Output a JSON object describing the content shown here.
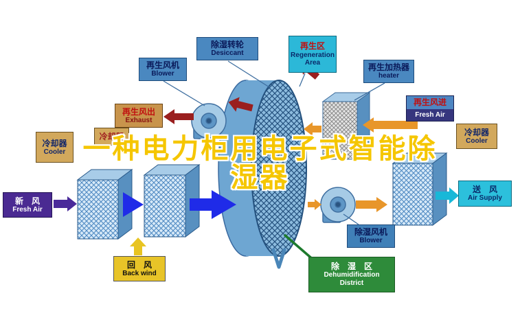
{
  "title": {
    "line1": "一种电力柜用电子式智能除",
    "line2": "湿器"
  },
  "labels": {
    "fresh_air": {
      "zh": "新　风",
      "en": "Fresh Air"
    },
    "cooler_left": {
      "zh": "冷却器",
      "en": "Cooler"
    },
    "cooler_mid": {
      "zh": "冷却器"
    },
    "exhaust": {
      "zh": "再生风出",
      "en": "Exhaust"
    },
    "regen_blower": {
      "zh": "再生风机",
      "en": "Blower"
    },
    "desiccant": {
      "zh": "除湿转轮",
      "en": "Desiccant"
    },
    "regen_area": {
      "zh": "再生区",
      "en": "Regeneration Area"
    },
    "regen_heater": {
      "zh": "再生加热器",
      "en": "heater"
    },
    "regen_air_in": {
      "zh": "再生风进",
      "en": "Fresh Air"
    },
    "cooler_right": {
      "zh": "冷却器",
      "en": "Cooler"
    },
    "air_supply": {
      "zh": "送　风",
      "en": "Air Supply"
    },
    "dehum_blower": {
      "zh": "除湿风机",
      "en": "Blower"
    },
    "dehum_area": {
      "zh": "除　湿　区",
      "en_line1": "Dehumidification",
      "en_line2": "District"
    },
    "back_wind": {
      "zh": "回　风",
      "en": "Back wind"
    }
  },
  "colors": {
    "arrow_dark_red": "#9a1f1f",
    "arrow_orange": "#e8962a",
    "arrow_blue": "#1f2be8",
    "arrow_purple": "#4a2a9a",
    "arrow_yellow": "#e8c422",
    "arrow_cyan": "#18b8d8",
    "line_green": "#1d7a2c",
    "title_yellow": "#f5c600",
    "label_blue": "#4a88c0",
    "label_tan": "#d2a85c",
    "label_cyan": "#2cb8d8",
    "label_green": "#2e8b3a",
    "label_yellow": "#e8c428",
    "label_purple": "#4a2a92"
  }
}
